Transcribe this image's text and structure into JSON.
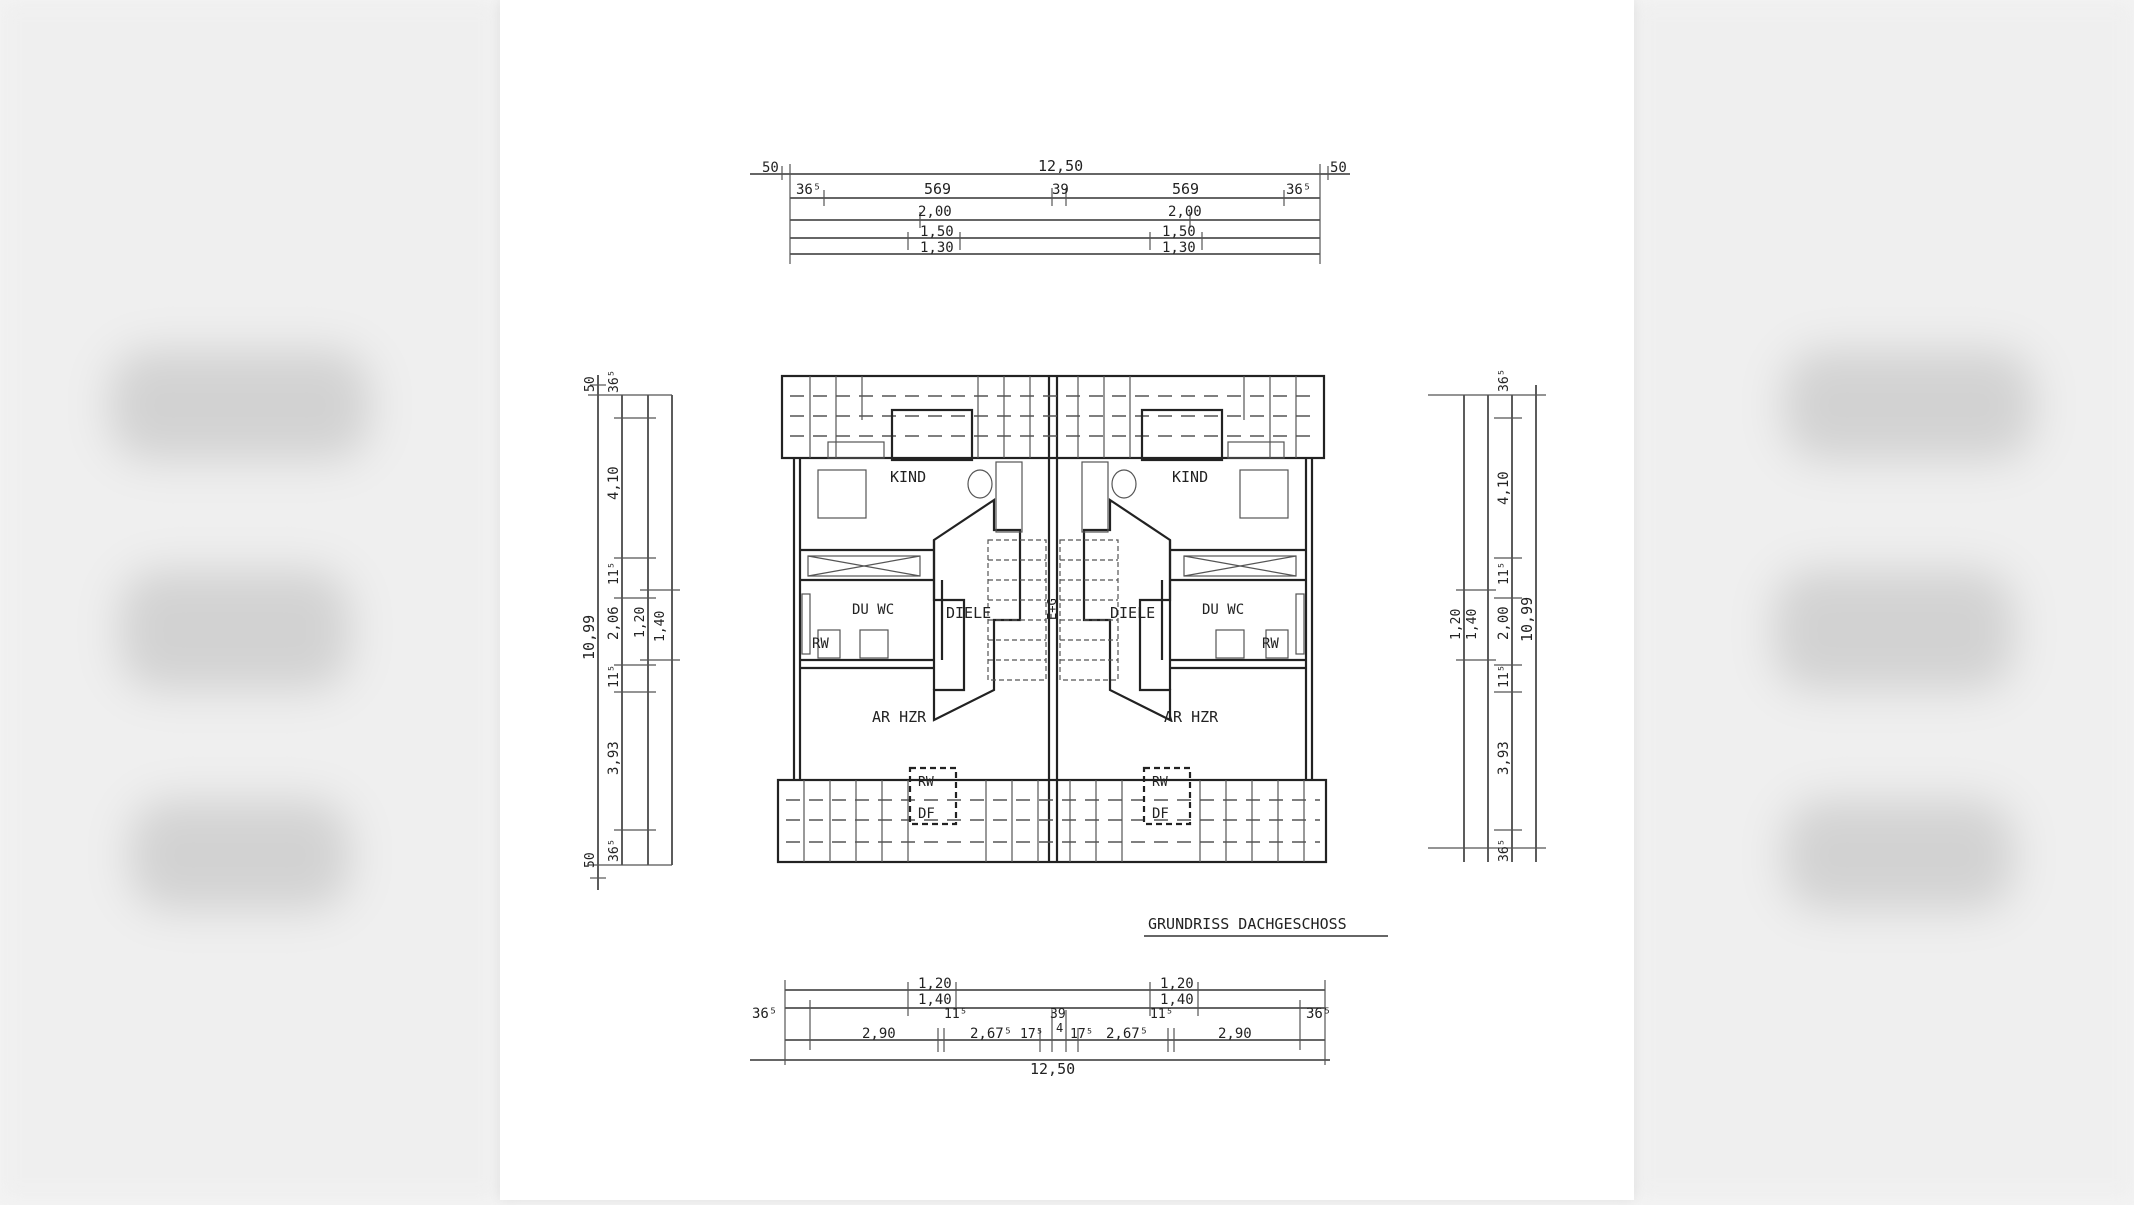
{
  "drawing": {
    "title": "GRUNDRISS DACHGESCHOSS",
    "rooms": {
      "kind": "KIND",
      "du_wc": "DU WC",
      "diele": "DIELE",
      "ar_hzr": "AR HZR",
      "rw": "RW",
      "df": "DF",
      "stair_mark": "E+G"
    },
    "dims_top": {
      "row1": [
        "50",
        "12,50",
        "50"
      ],
      "row2": [
        "36⁵",
        "569",
        "39",
        "569",
        "36⁵"
      ],
      "row3": [
        "2,00",
        "2,00"
      ],
      "row4": [
        "1,50",
        "1,50"
      ],
      "row5": [
        "1,30",
        "1,30"
      ]
    },
    "dims_bottom": {
      "row1": [
        "1,20",
        "1,20"
      ],
      "row2": [
        "1,40",
        "1,40"
      ],
      "row3": [
        "36⁵",
        "2,90",
        "11⁵",
        "2,67⁵",
        "17⁵",
        "39",
        "4",
        "17⁵",
        "2,67⁵",
        "11⁵",
        "2,90",
        "36⁵"
      ],
      "row4": [
        "12,50"
      ]
    },
    "dims_left": {
      "outer": [
        "50",
        "10,99",
        "50"
      ],
      "inner": [
        "36⁵",
        "4,10",
        "11⁵",
        "2,06",
        "11⁵",
        "3,93",
        "36⁵"
      ],
      "extra": [
        "1,20",
        "1,40"
      ]
    },
    "dims_right": {
      "outer": [
        "36⁵",
        "10,99",
        "36⁵"
      ],
      "inner": [
        "4,10",
        "11⁵",
        "2,00",
        "11⁵",
        "3,93"
      ],
      "extra": [
        "1,20",
        "1,40"
      ]
    }
  }
}
